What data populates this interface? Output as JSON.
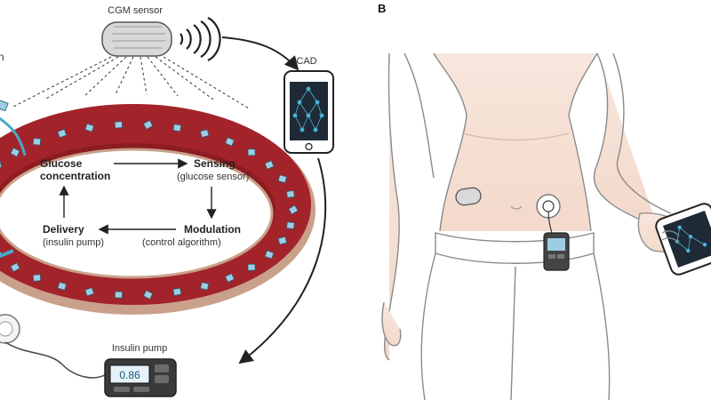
{
  "panel_b": {
    "label": "B"
  },
  "labels": {
    "cgm_sensor": "CGM sensor",
    "cad": "CAD",
    "insulin_pump": "Insulin pump",
    "edge_fragment": "n"
  },
  "loop": {
    "glucose_concentration": [
      "Glucose",
      "concentration"
    ],
    "sensing": "Sensing",
    "sensing_sub": "(glucose sensor)",
    "modulation": "Modulation",
    "modulation_sub": "(control algorithm)",
    "delivery": "Delivery",
    "delivery_sub": "(insulin pump)"
  },
  "pump_display": "0.86",
  "colors": {
    "vessel_red": "#a3232a",
    "vessel_rim": "#c9a08a",
    "glucose_blue": "#9ccde3",
    "screen_dark": "#1e2a36",
    "screen_accent": "#4ab3d8",
    "skin": "#f6e1d6",
    "outline": "#2b2b2b"
  },
  "icons": [
    "wireless-signal-icon",
    "neural-network-icon",
    "sensor-patch-icon"
  ]
}
